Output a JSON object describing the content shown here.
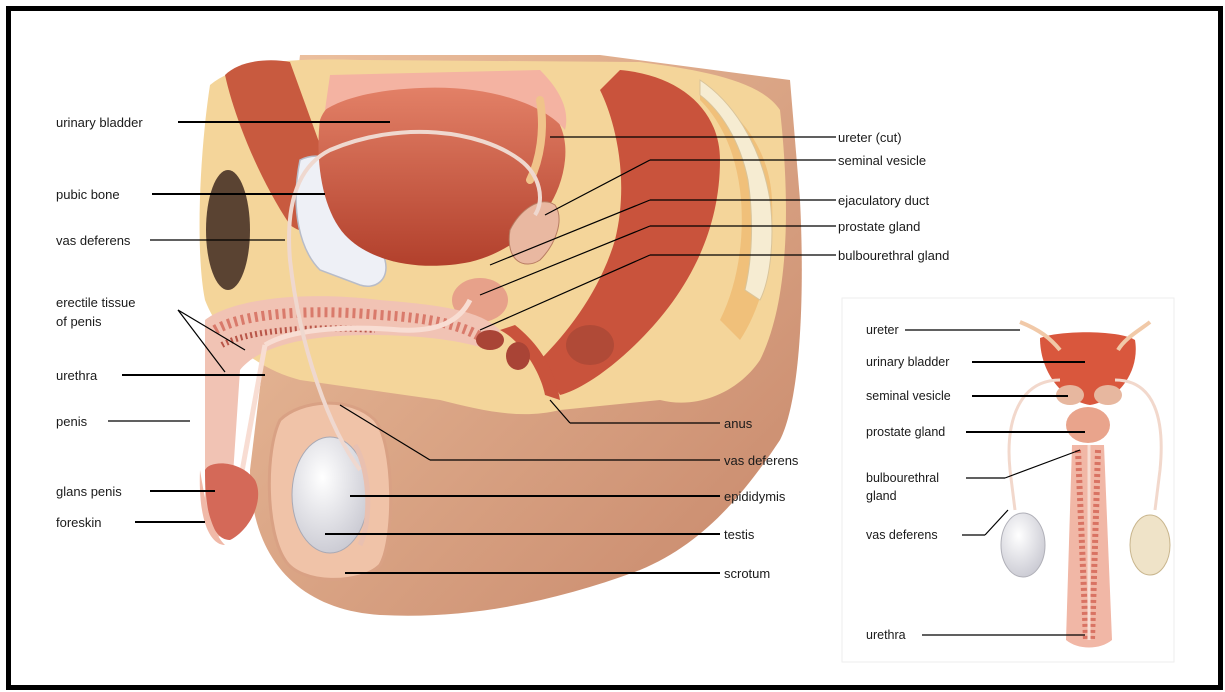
{
  "main_labels_left": [
    {
      "key": "urinary_bladder",
      "text": "urinary bladder"
    },
    {
      "key": "pubic_bone",
      "text": "pubic bone"
    },
    {
      "key": "vas_deferens",
      "text": "vas deferens"
    },
    {
      "key": "erectile_tissue_1",
      "text": "erectile tissue"
    },
    {
      "key": "erectile_tissue_2",
      "text": "of penis"
    },
    {
      "key": "urethra",
      "text": "urethra"
    },
    {
      "key": "penis",
      "text": "penis"
    },
    {
      "key": "glans_penis",
      "text": "glans penis"
    },
    {
      "key": "foreskin",
      "text": "foreskin"
    }
  ],
  "main_labels_right": [
    {
      "key": "ureter_cut",
      "text": "ureter (cut)"
    },
    {
      "key": "seminal_vesicle",
      "text": "seminal vesicle"
    },
    {
      "key": "ejaculatory_duct",
      "text": "ejaculatory duct"
    },
    {
      "key": "prostate_gland",
      "text": "prostate gland"
    },
    {
      "key": "bulbourethral_gland",
      "text": "bulbourethral gland"
    },
    {
      "key": "anus",
      "text": "anus"
    },
    {
      "key": "vas_deferens_2",
      "text": "vas deferens"
    },
    {
      "key": "epididymis",
      "text": "epididymis"
    },
    {
      "key": "testis",
      "text": "testis"
    },
    {
      "key": "scrotum",
      "text": "scrotum"
    }
  ],
  "inset_labels": [
    {
      "key": "ureter",
      "text": "ureter"
    },
    {
      "key": "urinary_bladder",
      "text": "urinary bladder"
    },
    {
      "key": "seminal_vesicle",
      "text": "seminal vesicle"
    },
    {
      "key": "prostate_gland",
      "text": "prostate gland"
    },
    {
      "key": "bulbourethral_1",
      "text": "bulbourethral"
    },
    {
      "key": "bulbourethral_2",
      "text": "gland"
    },
    {
      "key": "vas_deferens",
      "text": "vas deferens"
    },
    {
      "key": "urethra",
      "text": "urethra"
    }
  ],
  "colors": {
    "skin": "#e8b48f",
    "skin_dark": "#c98a66",
    "muscle": "#c8553d",
    "muscle_light": "#e58d72",
    "fat": "#f3d79a",
    "bone": "#f5e7c9",
    "pink": "#f0b9b0",
    "testis": "#e9e9ee",
    "hair": "#5a4332"
  }
}
